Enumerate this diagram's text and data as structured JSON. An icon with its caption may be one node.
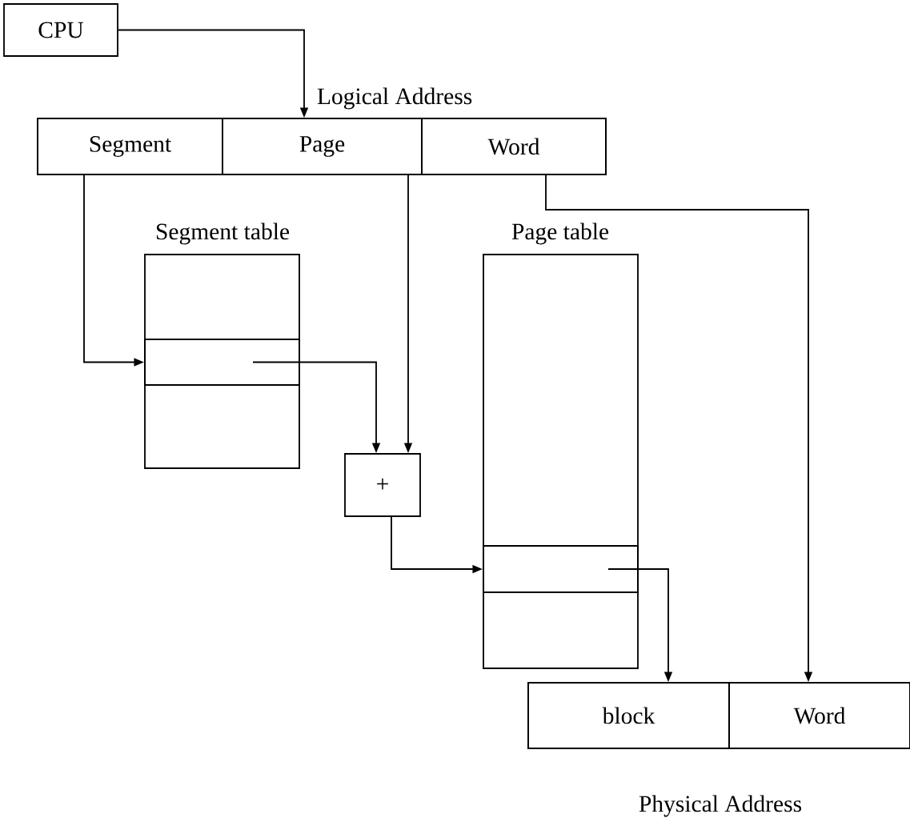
{
  "diagram": {
    "nodes": [
      {
        "text": [
          "CPU"
        ]
      },
      {
        "text": [
          "Logical Address"
        ]
      },
      {
        "text": [
          "Segment"
        ],
        "in": 1
      },
      {
        "text": [
          "Page"
        ],
        "in": 1
      },
      {
        "text": [
          "Word"
        ],
        "in": 1
      },
      {
        "text": [
          "Segment table"
        ]
      },
      {
        "text": [],
        "shape": "box",
        "in": 5
      },
      {
        "text": [
          "+"
        ]
      },
      {
        "text": [
          "Page table"
        ]
      },
      {
        "text": [],
        "shape": "box",
        "in": 8
      },
      {
        "text": [
          "Physical Address"
        ]
      },
      {
        "text": [
          "block"
        ],
        "in": 10
      },
      {
        "text": [
          "Word"
        ],
        "in": 10
      }
    ],
    "edges": [
      {
        "from": 0,
        "to": 1,
        "arrow": "to"
      },
      {
        "from": 2,
        "to": 6,
        "arrow": "to"
      },
      {
        "from": 6,
        "to": 7,
        "arrow": "to"
      },
      {
        "from": 3,
        "to": 7,
        "arrow": "to"
      },
      {
        "from": 7,
        "to": 9,
        "arrow": "to"
      },
      {
        "from": 9,
        "to": 11,
        "arrow": "to"
      },
      {
        "from": 4,
        "to": 12,
        "arrow": "to"
      }
    ]
  }
}
